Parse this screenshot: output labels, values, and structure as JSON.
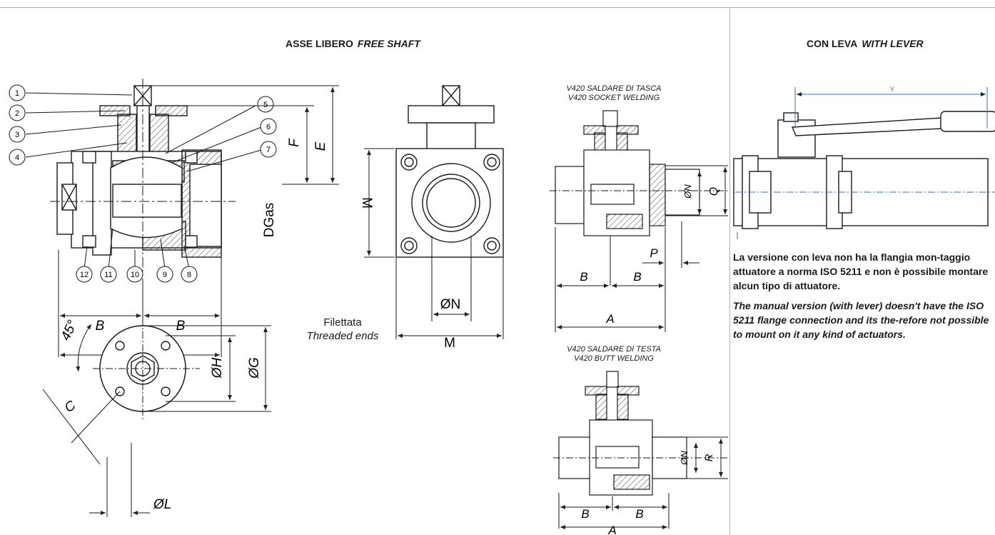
{
  "headings": {
    "free_shaft_it": "ASSE LIBERO",
    "free_shaft_en": "FREE SHAFT",
    "lever_it": "CON LEVA",
    "lever_en": "WITH LEVER"
  },
  "socket_caption": [
    "V420 SALDARE DI TASCA",
    "V420 SOCKET WELDING"
  ],
  "butt_caption": [
    "V420 SALDARE DI TESTA",
    "V420 BUTT WELDING"
  ],
  "threaded": {
    "it": "Filettata",
    "en": "Threaded ends"
  },
  "part_numbers": [
    "1",
    "2",
    "3",
    "4",
    "5",
    "6",
    "7",
    "8",
    "9",
    "10",
    "11",
    "12"
  ],
  "dims": {
    "A": "A",
    "B": "B",
    "E": "E",
    "F": "F",
    "DGas": "DGas",
    "M": "M",
    "N": "ØN",
    "H": "ØH",
    "G": "ØG",
    "L": "ØL",
    "C": "C",
    "deg45": "45°",
    "Q": "Q",
    "P": "P",
    "R": "R",
    "Y": "Y"
  },
  "notes": {
    "it": "La versione con leva non ha la flangia mon-taggio attuatore a norma ISO 5211 e non è possibile montare alcun tipo di attuatore.",
    "en": "The manual version (with lever) doesn't have the ISO 5211 flange connection and its the-refore not possible to mount on it any kind of actuators."
  },
  "colors": {
    "rule": "#9fb6cf",
    "dim_blue": "#3a6fb5",
    "line": "#1a1a1a"
  }
}
